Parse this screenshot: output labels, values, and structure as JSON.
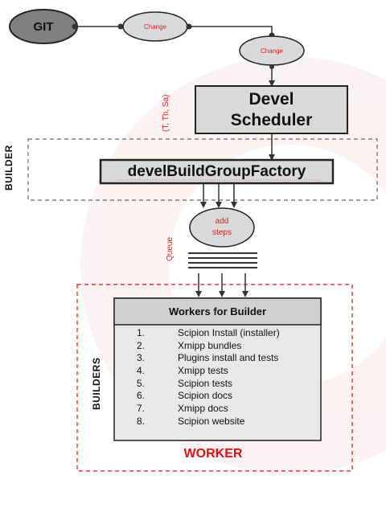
{
  "git": {
    "label": "GIT"
  },
  "change_nodes": [
    {
      "label": "Change"
    },
    {
      "label": "Change"
    }
  ],
  "scheduler": {
    "line1": "Devel",
    "line2": "Scheduler"
  },
  "schedule_days": "(T, Th, Sa)",
  "builder_section": {
    "label": "BUILDER"
  },
  "factory": {
    "label": "develBuildGroupFactory"
  },
  "add_steps": {
    "line1": "add",
    "line2": "steps"
  },
  "queue": {
    "label": "Queue"
  },
  "builders_section": {
    "label": "BUILDERS"
  },
  "workers": {
    "title": "Workers for Builder",
    "steps": [
      {
        "num": "1.",
        "label": "Scipion Install (installer)"
      },
      {
        "num": "2.",
        "label": "Xmipp bundles"
      },
      {
        "num": "3.",
        "label": "Plugins install and tests"
      },
      {
        "num": "4.",
        "label": "Xmipp tests"
      },
      {
        "num": "5.",
        "label": "Scipion tests"
      },
      {
        "num": "6.",
        "label": "Scipion docs"
      },
      {
        "num": "7.",
        "label": "Xmipp docs"
      },
      {
        "num": "8.",
        "label": "Scipion website"
      }
    ]
  },
  "worker_section": {
    "label": "WORKER"
  },
  "colors": {
    "accent_red": "#e01010",
    "node_fill": "#d9d9d9",
    "git_fill": "#808080",
    "box_fill": "#e8e8e8"
  }
}
